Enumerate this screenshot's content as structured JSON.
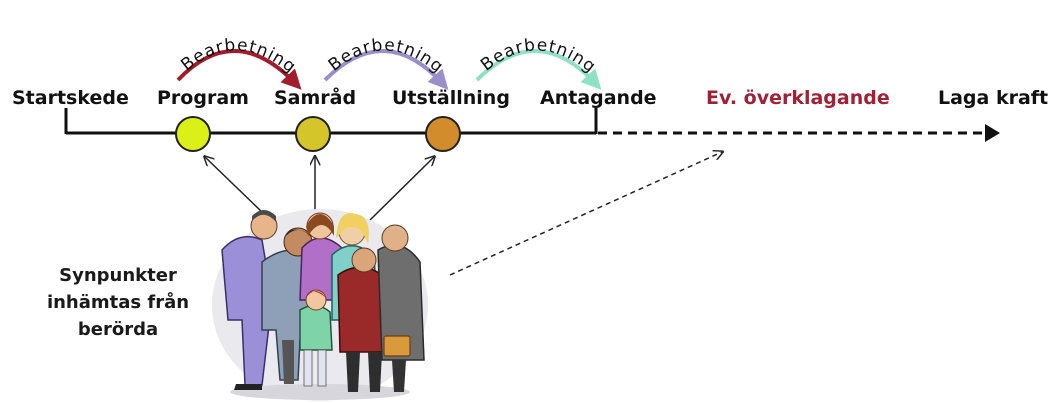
{
  "stages": [
    {
      "label": "Startskede"
    },
    {
      "label": "Program"
    },
    {
      "label": "Samråd"
    },
    {
      "label": "Utställning"
    },
    {
      "label": "Antagande"
    },
    {
      "label": "Ev. överklagande"
    },
    {
      "label": "Laga kraft"
    }
  ],
  "rework": [
    {
      "label": "Bearbetning",
      "color": "#a31c2c"
    },
    {
      "label": "Bearbetning",
      "color": "#9a8fc8"
    },
    {
      "label": "Bearbetning",
      "color": "#8fe0c6"
    }
  ],
  "milestones": [
    {
      "color": "#dbf016"
    },
    {
      "color": "#d3c52a"
    },
    {
      "color": "#d28c2c"
    }
  ],
  "accent_color": "#a02036",
  "note": {
    "line1": "Synpunkter",
    "line2": "inhämtas från",
    "line3": "berörda"
  }
}
